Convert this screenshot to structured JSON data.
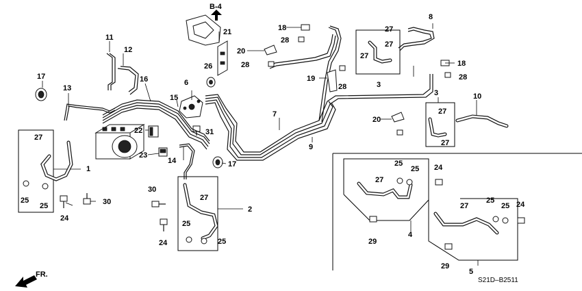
{
  "diagram": {
    "ref_label": "B-4",
    "catalog_code": "S21D–B2511",
    "direction_label": "FR.",
    "callouts": {
      "c1": "1",
      "c2": "2",
      "c3a": "3",
      "c3b": "3",
      "c4": "4",
      "c5": "5",
      "c6": "6",
      "c7": "7",
      "c8": "8",
      "c9": "9",
      "c10": "10",
      "c11": "11",
      "c12": "12",
      "c13": "13",
      "c14": "14",
      "c15": "15",
      "c16": "16",
      "c17a": "17",
      "c17b": "17",
      "c18a": "18",
      "c18b": "18",
      "c19": "19",
      "c20a": "20",
      "c20b": "20",
      "c21": "21",
      "c22": "22",
      "c23": "23",
      "c24a": "24",
      "c24b": "24",
      "c24c": "24",
      "c24d": "24",
      "c25a": "25",
      "c25b": "25",
      "c25c": "25",
      "c25d": "25",
      "c25e": "25",
      "c25f": "25",
      "c25g": "25",
      "c25h": "25",
      "c26": "26",
      "c27a": "27",
      "c27b": "27",
      "c27c": "27",
      "c27d": "27",
      "c27e": "27",
      "c27f": "27",
      "c27g": "27",
      "c27h": "27",
      "c27i": "27",
      "c28a": "28",
      "c28b": "28",
      "c28c": "28",
      "c28d": "28",
      "c29a": "29",
      "c29b": "29",
      "c30a": "30",
      "c30b": "30",
      "c31": "31"
    }
  }
}
